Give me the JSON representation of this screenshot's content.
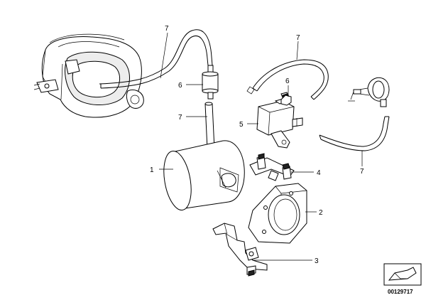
{
  "callouts": [
    {
      "id": "1",
      "part": "carbon-canister"
    },
    {
      "id": "2",
      "part": "mounting-bracket"
    },
    {
      "id": "3",
      "part": "support-bracket"
    },
    {
      "id": "4",
      "part": "holder-clip"
    },
    {
      "id": "5",
      "part": "solenoid-valve"
    },
    {
      "id": "6",
      "part": "filter-top"
    },
    {
      "id": "6",
      "part": "filter-left"
    },
    {
      "id": "7",
      "part": "hose-top-left"
    },
    {
      "id": "7",
      "part": "hose-top-right"
    },
    {
      "id": "7",
      "part": "hose-left"
    },
    {
      "id": "7",
      "part": "hose-right"
    }
  ],
  "diagram_id": "00129717",
  "icons": [
    "exploded-view-icon"
  ],
  "colors": {
    "stroke": "#000000",
    "background": "#ffffff",
    "shade": "#ededed"
  }
}
